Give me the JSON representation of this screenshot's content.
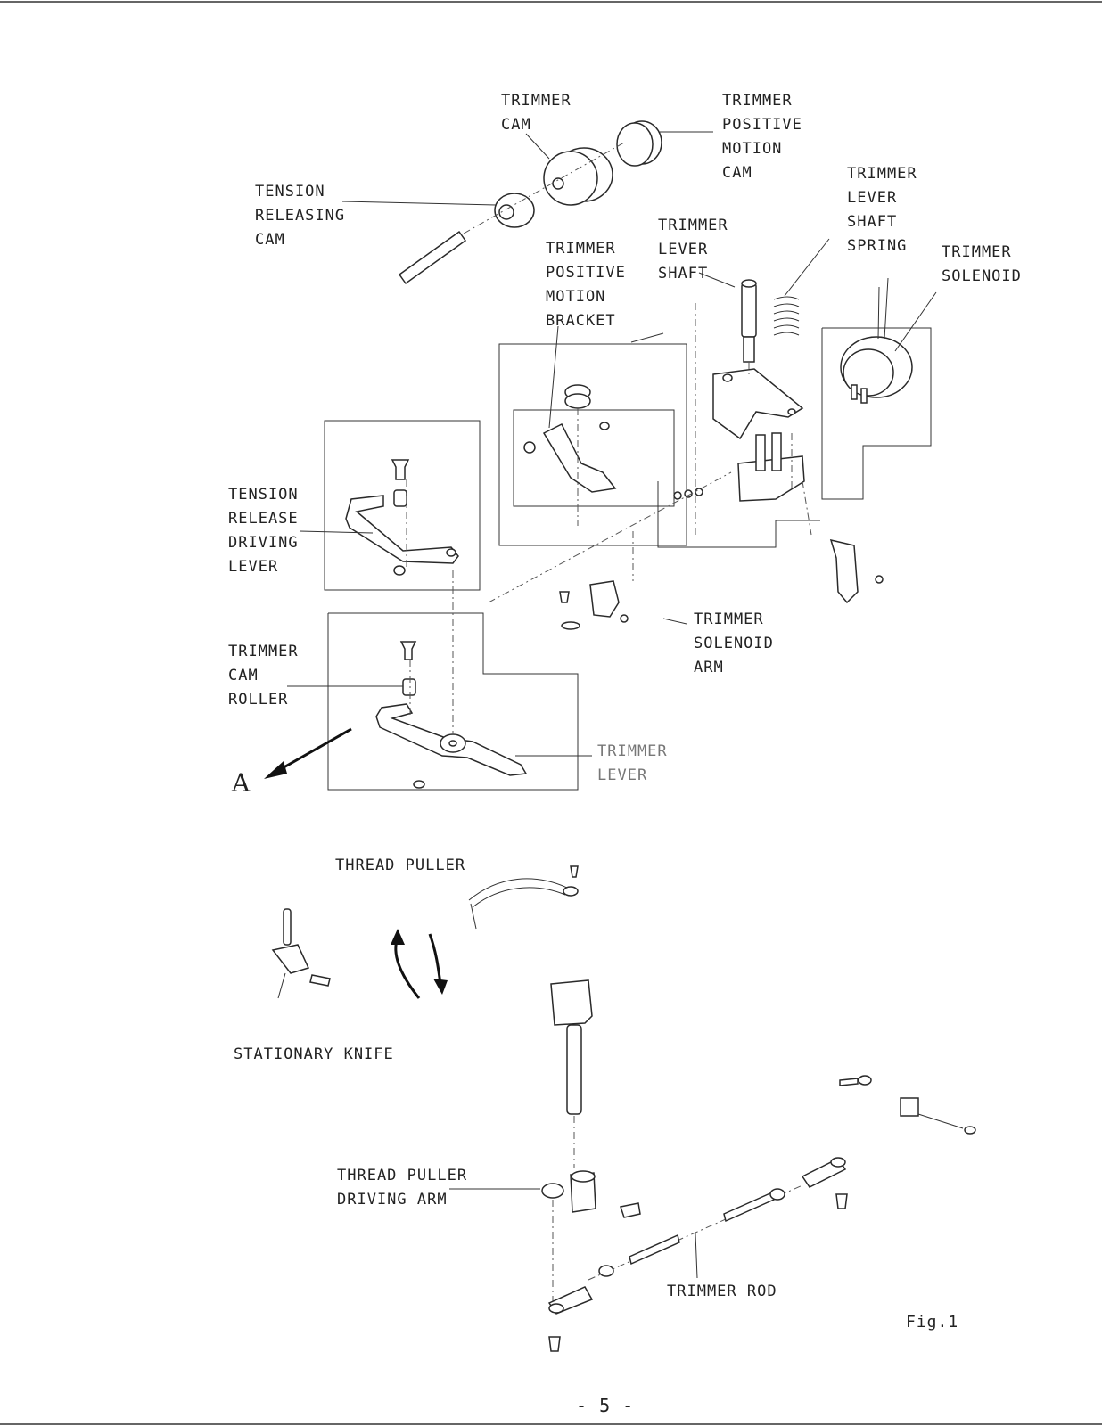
{
  "labels": {
    "trimmer_cam": [
      "TRIMMER",
      "CAM"
    ],
    "trimmer_positive_motion_cam": [
      "TRIMMER",
      "POSITIVE",
      "MOTION",
      "CAM"
    ],
    "tension_releasing_cam": [
      "TENSION",
      "RELEASING",
      "CAM"
    ],
    "trimmer_lever_shaft_spring": [
      "TRIMMER",
      "LEVER",
      "SHAFT",
      "SPRING"
    ],
    "trimmer_lever_shaft": [
      "TRIMMER",
      "LEVER",
      "SHAFT"
    ],
    "trimmer_positive_motion_bracket": [
      "TRIMMER",
      "POSITIVE",
      "MOTION",
      "BRACKET"
    ],
    "trimmer_solenoid": [
      "TRIMMER",
      "SOLENOID"
    ],
    "tension_release_driving_lever": [
      "TENSION",
      "RELEASE",
      "DRIVING",
      "LEVER"
    ],
    "trimmer_solenoid_arm": [
      "TRIMMER",
      "SOLENOID",
      "ARM"
    ],
    "trimmer_cam_roller": [
      "TRIMMER",
      "CAM",
      "ROLLER"
    ],
    "trimmer_lever": [
      "TRIMMER",
      "LEVER"
    ],
    "arrow_a": "A",
    "thread_puller": "THREAD PULLER",
    "stationary_knife": "STATIONARY KNIFE",
    "thread_puller_driving_arm": [
      "THREAD PULLER",
      "DRIVING ARM"
    ],
    "trimmer_rod": "TRIMMER ROD",
    "figure_caption": "Fig.1",
    "page_number": "- 5 -"
  }
}
